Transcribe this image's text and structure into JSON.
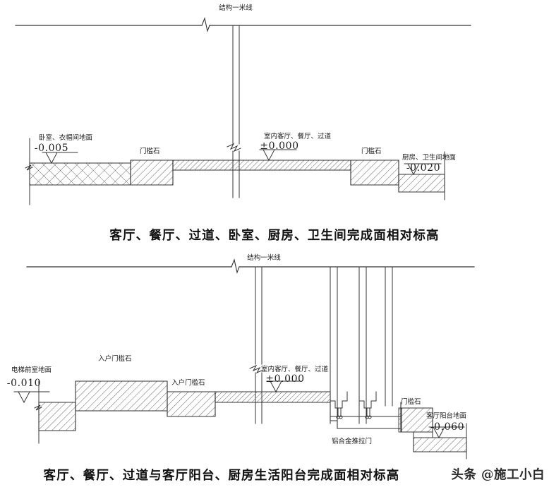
{
  "document": {
    "type": "architectural-section-drawing",
    "sheet_background": "#ffffff",
    "line_color": "#333333"
  },
  "figures": [
    {
      "id": "figure-1",
      "title": "客厅、餐厅、过道、卧室、厨房、卫生间完成面相对标高",
      "datum_label": "结构一米线",
      "annotations": [
        {
          "name": "bedroom-floor",
          "label": "卧室、衣帽间地面",
          "elevation": "-0.005"
        },
        {
          "name": "threshold-stone-left",
          "label": "门槛石",
          "elevation": ""
        },
        {
          "name": "indoor-living-dining-hall",
          "label": "室内客厅、餐厅、过道",
          "elevation": "±0.000"
        },
        {
          "name": "threshold-stone-right",
          "label": "门槛石",
          "elevation": ""
        },
        {
          "name": "kitchen-bathroom-floor",
          "label": "厨房、卫生间地面",
          "elevation": "-0.020"
        }
      ]
    },
    {
      "id": "figure-2",
      "title": "客厅、餐厅、过道与客厅阳台、厨房生活阳台完成面相对标高",
      "datum_label": "结构一米线",
      "annotations": [
        {
          "name": "elevator-lobby-floor",
          "label": "电梯前室地面",
          "elevation": "-0.010"
        },
        {
          "name": "entry-threshold-stone-1",
          "label": "入户门槛石",
          "elevation": ""
        },
        {
          "name": "entry-threshold-stone-2",
          "label": "入户门槛石",
          "elevation": ""
        },
        {
          "name": "indoor-living-dining-hall",
          "label": "室内客厅、餐厅、过道",
          "elevation": "±0.000"
        },
        {
          "name": "aluminum-sliding-door",
          "label": "铝合金推拉门",
          "elevation": ""
        },
        {
          "name": "threshold-stone-balcony",
          "label": "门槛石",
          "elevation": ""
        },
        {
          "name": "living-room-balcony-floor",
          "label": "客厅阳台地面",
          "elevation": "-0.060"
        }
      ]
    }
  ],
  "watermark": {
    "text": "头条 @施工小白"
  }
}
